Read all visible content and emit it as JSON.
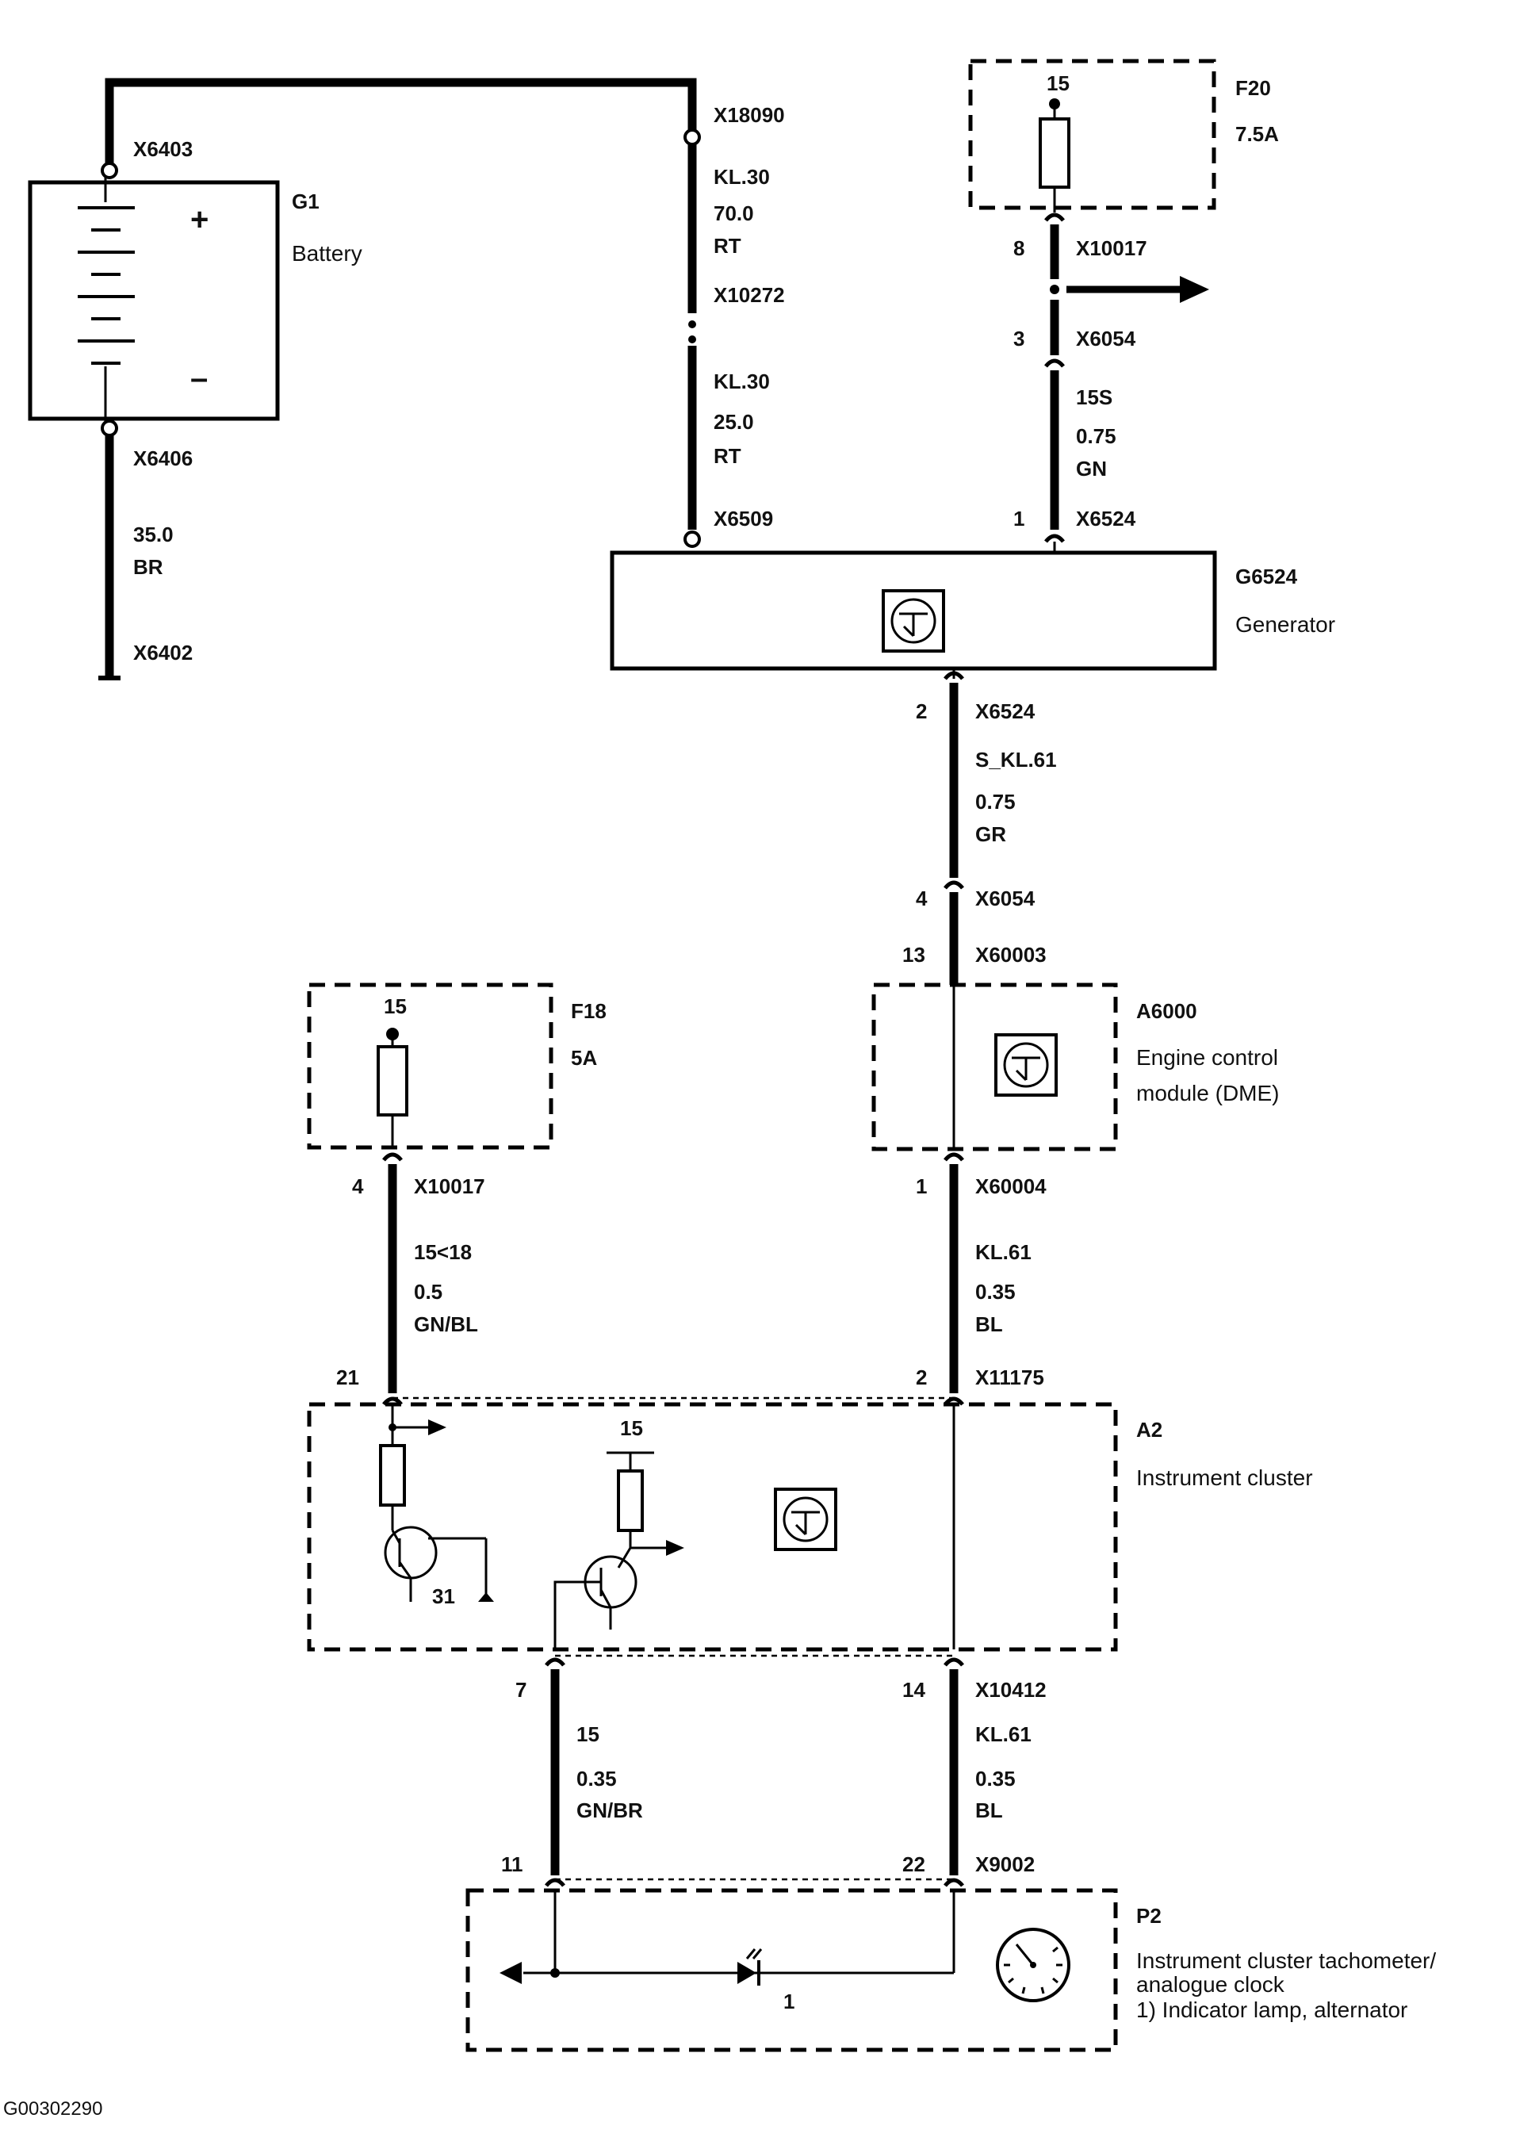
{
  "battery": {
    "ref": "G1",
    "name": "Battery",
    "plus": "+",
    "minus": "–",
    "conn_top": "X6403",
    "conn_bottom": "X6406",
    "ground_wire_size": "35.0",
    "ground_wire_color": "BR",
    "ground_conn": "X6402"
  },
  "main_feed": {
    "conn_a": "X18090",
    "a_term": "KL.30",
    "a_size": "70.0",
    "a_color": "RT",
    "conn_b": "X10272",
    "b_term": "KL.30",
    "b_size": "25.0",
    "b_color": "RT",
    "conn_c": "X6509"
  },
  "fuse_f20": {
    "ref": "F20",
    "rating": "7.5A",
    "term": "15",
    "pin_a": "8",
    "conn_a": "X10017",
    "pin_b": "3",
    "conn_b": "X6054",
    "wire_term": "15S",
    "wire_size": "0.75",
    "wire_color": "GN",
    "pin_c": "1",
    "conn_c": "X6524"
  },
  "generator": {
    "ref": "G6524",
    "name": "Generator",
    "out_pin": "2",
    "out_conn": "X6524",
    "wire_term": "S_KL.61",
    "wire_size": "0.75",
    "wire_color": "GR",
    "pin_b": "4",
    "conn_b": "X6054",
    "pin_c": "13",
    "conn_c": "X60003"
  },
  "ecm": {
    "ref": "A6000",
    "name_line1": "Engine control",
    "name_line2": "module  (DME)",
    "out_pin": "1",
    "out_conn": "X60004",
    "wire_term": "KL.61",
    "wire_size": "0.35",
    "wire_color": "BL",
    "pin_b": "2",
    "conn_b": "X11175"
  },
  "fuse_f18": {
    "ref": "F18",
    "rating": "5A",
    "term": "15",
    "pin_a": "4",
    "conn_a": "X10017",
    "wire_term": "15<18",
    "wire_size": "0.5",
    "wire_color": "GN/BL",
    "pin_b": "21"
  },
  "cluster": {
    "ref": "A2",
    "name": "Instrument  cluster",
    "term_15": "15",
    "term_31": "31",
    "left_pin": "7",
    "left_term": "15",
    "left_size": "0.35",
    "left_color": "GN/BR",
    "left_pin_b": "11",
    "right_pin": "14",
    "right_conn": "X10412",
    "right_term": "KL.61",
    "right_size": "0.35",
    "right_color": "BL",
    "right_pin_b": "22",
    "right_conn_b": "X9002"
  },
  "tacho": {
    "ref": "P2",
    "line1": "Instrument cluster tachometer/",
    "line2": "analogue clock",
    "line3": "1) Indicator lamp, alternator",
    "lamp_label": "1"
  },
  "figure_id": "G00302290"
}
